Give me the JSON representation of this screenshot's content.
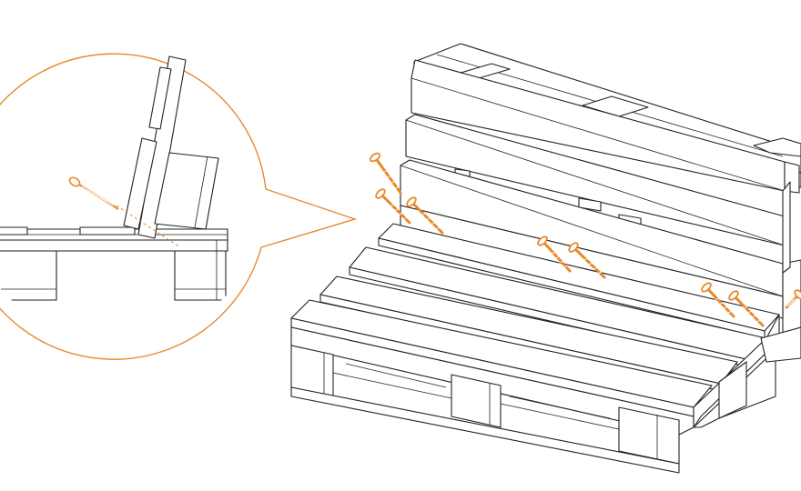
{
  "diagram": {
    "accent_color": "#e8892a",
    "line_color": "#222222",
    "background": "#ffffff",
    "callout": {
      "kind": "magnified-detail",
      "shows": "screw-through-backrest-into-seat-pallet"
    },
    "screws": {
      "count_main": 8,
      "count_detail": 1
    },
    "parts": [
      "seat-pallet",
      "backrest-pallet",
      "screws",
      "detail-callout"
    ]
  }
}
